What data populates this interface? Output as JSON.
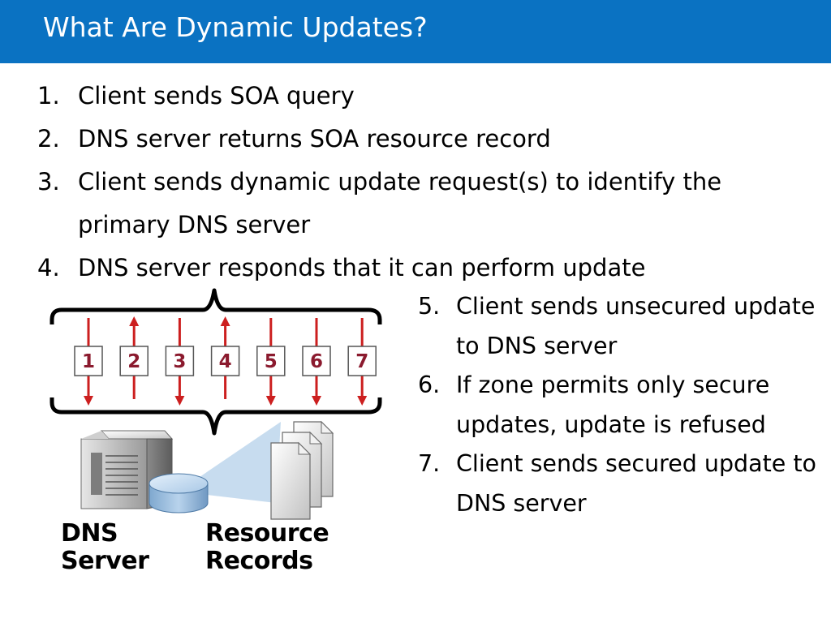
{
  "slide": {
    "title": "What Are Dynamic Updates?",
    "top_items": [
      {
        "num": "1.",
        "text": "Client sends SOA query"
      },
      {
        "num": "2.",
        "text": "DNS server returns SOA resource record"
      },
      {
        "num": "3.",
        "text": "Client sends dynamic update request(s) to identify the primary DNS server"
      },
      {
        "num": "4.",
        "text": "DNS server responds that it can perform update"
      }
    ],
    "right_items": [
      {
        "num": "5.",
        "text": "Client sends unsecured update to DNS server"
      },
      {
        "num": "6.",
        "text": "If zone permits only secure updates, update is refused"
      },
      {
        "num": "7.",
        "text": "Client sends secured update to DNS server"
      }
    ]
  },
  "diagram": {
    "steps": [
      {
        "label": "1",
        "direction": "down"
      },
      {
        "label": "2",
        "direction": "up"
      },
      {
        "label": "3",
        "direction": "down"
      },
      {
        "label": "4",
        "direction": "up"
      },
      {
        "label": "5",
        "direction": "down"
      },
      {
        "label": "6",
        "direction": "down"
      },
      {
        "label": "7",
        "direction": "down"
      }
    ],
    "dns_label_line1": "DNS",
    "dns_label_line2": "Server",
    "records_label_line1": "Resource",
    "records_label_line2": "Records"
  },
  "colors": {
    "title_bar": "#0a72c2",
    "arrow": "#cc1f1f",
    "step_number": "#8b1a2e"
  }
}
